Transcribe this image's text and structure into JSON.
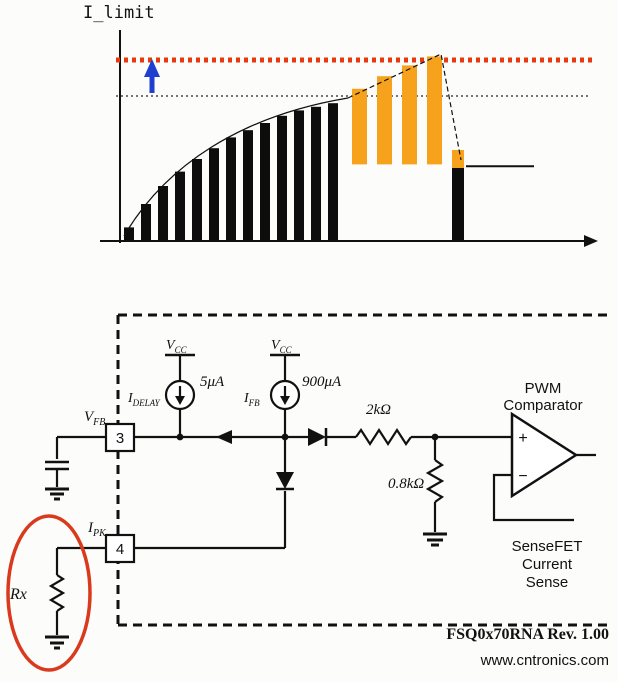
{
  "page": {
    "background": "#fcfcfa"
  },
  "colors": {
    "limit_line": "#e8380d",
    "bar_black": "#0d0d0d",
    "bar_orange": "#f6a21d",
    "arrow_blue": "#1e3fd0",
    "highlight_red": "#d93a1e",
    "watermark_green": "#8dc63f",
    "wire": "#111111"
  },
  "chart_data": {
    "type": "bar",
    "title": "I_limit",
    "xlabel": "",
    "ylabel": "",
    "ylim": [
      0,
      110
    ],
    "grid": false,
    "x_ticks": [],
    "y_ticks": [],
    "limit_level": 100,
    "pre_limit_level": 80,
    "steady_level": 41,
    "black_pulse_values": [
      7,
      20,
      30,
      38,
      45,
      51,
      57,
      61,
      65,
      69,
      72,
      74,
      76
    ],
    "orange_pulses": [
      {
        "top": 84,
        "base": 42
      },
      {
        "top": 91,
        "base": 42
      },
      {
        "top": 97,
        "base": 42
      },
      {
        "top": 102,
        "base": 42
      }
    ],
    "final_pulse": {
      "black_top": 40,
      "orange_top": 50,
      "orange_base": 40
    },
    "annotations": [
      "red dotted limit line",
      "black dotted reference line",
      "blue up arrow between dotted line and limit line"
    ]
  },
  "circuit": {
    "pins": {
      "pin3": "3",
      "pin4": "4"
    },
    "labels": {
      "vfb_main": "V",
      "vfb_sub": "FB",
      "ipk_main": "I",
      "ipk_sub": "PK",
      "vcc1_main": "V",
      "vcc1_sub": "CC",
      "vcc2_main": "V",
      "vcc2_sub": "CC",
      "idelay_main": "I",
      "idelay_sub": "DELAY",
      "ifb_main": "I",
      "ifb_sub": "FB",
      "idelay_value": "5μA",
      "ifb_value": "900μA",
      "r_series": "2kΩ",
      "r_shunt": "0.8kΩ",
      "rx": "Rx",
      "comparator_line1": "PWM",
      "comparator_line2": "Comparator",
      "sense_line1": "SenseFET",
      "sense_line2": "Current",
      "sense_line3": "Sense",
      "plus": "+",
      "minus": "−",
      "part_number": "FSQ0x70RNA Rev. 1.00"
    },
    "watermark": "www.cntronics.com"
  }
}
